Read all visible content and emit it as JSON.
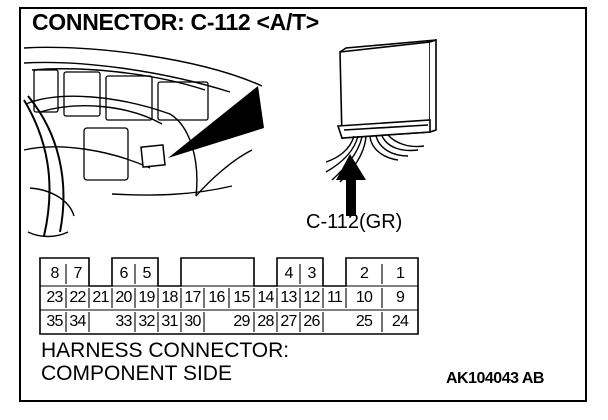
{
  "title": "CONNECTOR: C-112 <A/T>",
  "callout": "C-112(GR)",
  "pin_rows": [
    [
      "8",
      "7",
      "6",
      "5",
      "4",
      "3",
      "2",
      "1"
    ],
    [
      "23",
      "22",
      "21",
      "20",
      "19",
      "18",
      "17",
      "16",
      "15",
      "14",
      "13",
      "12",
      "11",
      "10",
      "9"
    ],
    [
      "35",
      "34",
      "33",
      "32",
      "31",
      "30",
      "29",
      "28",
      "27",
      "26",
      "25",
      "24"
    ]
  ],
  "caption": [
    "HARNESS CONNECTOR:",
    "COMPONENT SIDE"
  ],
  "figure_code": "AK104043 AB"
}
